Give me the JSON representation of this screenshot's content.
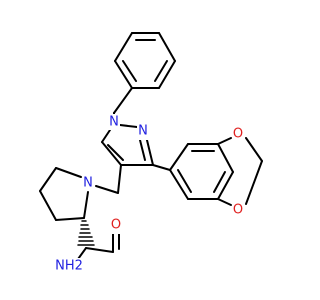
{
  "molecule": {
    "atoms": {
      "n_pyrazole_1": {
        "label": "N",
        "color": "#1F1FE0"
      },
      "n_pyrazole_2": {
        "label": "N",
        "color": "#1F1FE0"
      },
      "n_pyrrolidine": {
        "label": "N",
        "color": "#1F1FE0"
      },
      "o_dioxole_top": {
        "label": "O",
        "color": "#E0201F"
      },
      "o_dioxole_bottom": {
        "label": "O",
        "color": "#E0201F"
      },
      "o_carbonyl": {
        "label": "O",
        "color": "#E0201F"
      },
      "nh2_amide": {
        "label": "NH2",
        "color": "#1F1FE0"
      }
    }
  }
}
